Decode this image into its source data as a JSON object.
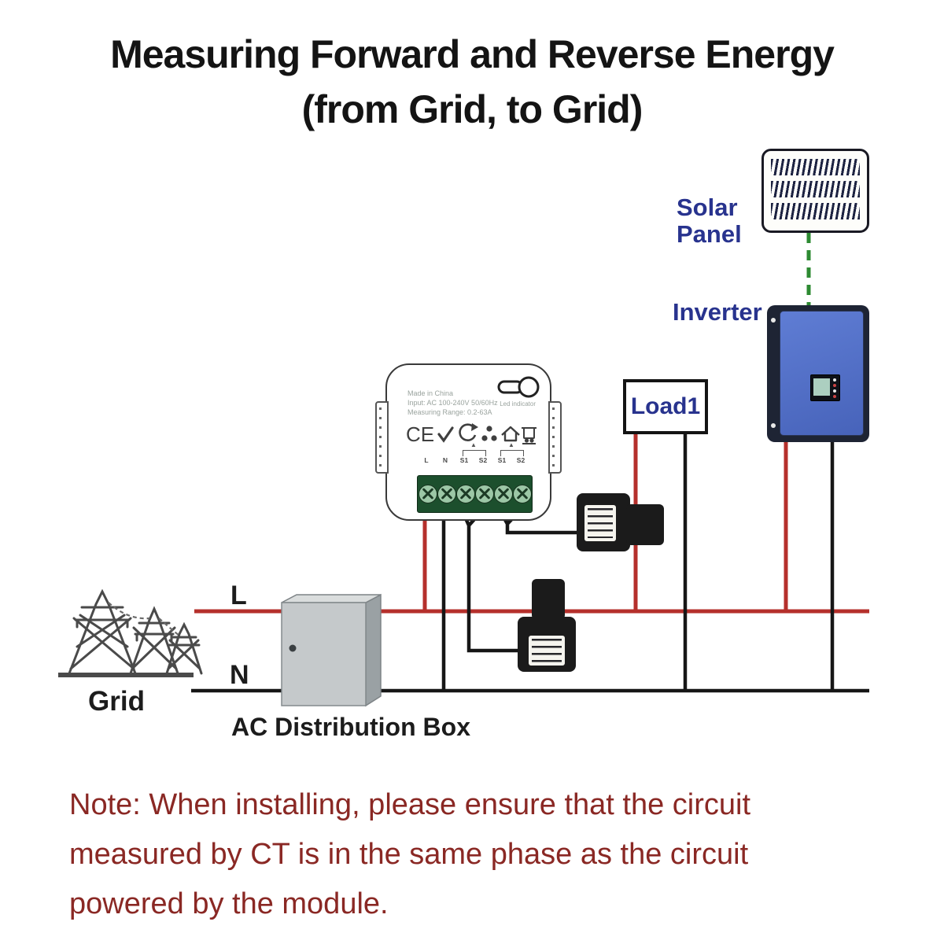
{
  "title": {
    "line1": "Measuring Forward and Reverse Energy",
    "line2": "(from Grid, to Grid)"
  },
  "labels": {
    "solar_panel": "Solar Panel",
    "inverter": "Inverter",
    "load1": "Load1",
    "grid": "Grid",
    "ac_box": "AC Distribution Box",
    "line_l": "L",
    "line_n": "N"
  },
  "module": {
    "info_line1": "Made in China",
    "info_line2": "Input: AC 100-240V 50/60Hz",
    "info_line3": "Measuring Range: 0.2-63A",
    "led_label": "Led indicator",
    "ce_mark": "CE",
    "terminals": [
      "L",
      "N",
      "S1",
      "S2",
      "S1",
      "S2"
    ],
    "bracket_arrow": "▲"
  },
  "note": {
    "line1": "Note: When installing, please ensure that the circuit",
    "line2": "measured by CT is in the same phase as the circuit",
    "line3": "powered by the module."
  },
  "colors": {
    "label_blue": "#28338e",
    "wire_red": "#b5302c",
    "wire_black": "#161616",
    "dashed_green": "#2d8a32",
    "inverter_blue": "#5f7dd4",
    "note_red": "#8a2824",
    "box_gray": "#c5c9cb"
  }
}
